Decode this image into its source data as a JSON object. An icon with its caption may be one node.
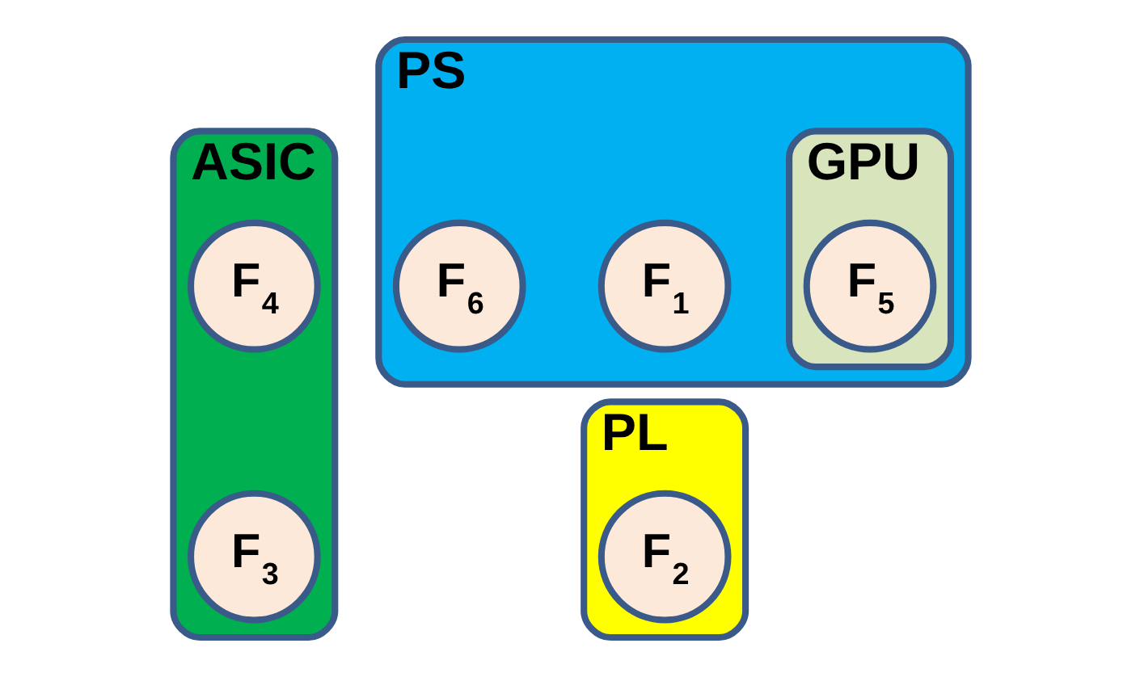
{
  "diagram": {
    "nodes": [
      {
        "text": [
          "ASIC"
        ]
      },
      {
        "text": [
          "F$_{4}$"
        ],
        "in": 0
      },
      {
        "text": [
          "F$_{3}$"
        ],
        "in": 0
      },
      {
        "text": [
          "PS"
        ]
      },
      {
        "text": [
          "F$_{1}$"
        ],
        "in": 3
      },
      {
        "text": [
          "F$_{6}$"
        ],
        "in": 3
      },
      {
        "text": [
          "GPU"
        ],
        "in": 3
      },
      {
        "text": [
          "F$_{5}$"
        ],
        "in": 6
      },
      {
        "text": [
          "PL"
        ]
      },
      {
        "text": [
          "F$_{2}$"
        ],
        "in": 8
      }
    ],
    "edges": []
  }
}
